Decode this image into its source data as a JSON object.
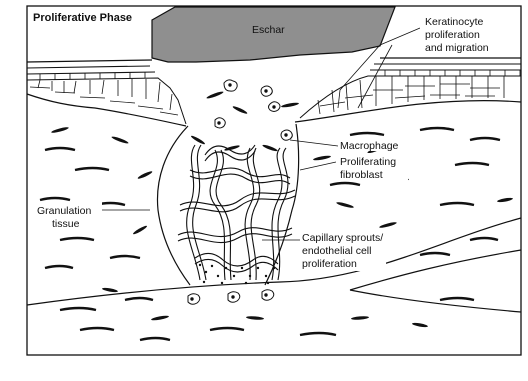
{
  "diagram": {
    "title": "Proliferative Phase",
    "eschar_label": "Eschar",
    "labels": {
      "keratinocyte": [
        "Keratinocyte",
        "proliferation",
        "and migration"
      ],
      "macrophage": [
        "Macrophage"
      ],
      "fibroblast": [
        "Proliferating",
        "fibroblast"
      ],
      "granulation": [
        "Granulation",
        "tissue"
      ],
      "capillary": [
        "Capillary sprouts/",
        "endothelial cell",
        "proliferation"
      ]
    },
    "colors": {
      "ink": "#111111",
      "eschar_fill": "#8f8f8f",
      "background": "#ffffff"
    }
  }
}
